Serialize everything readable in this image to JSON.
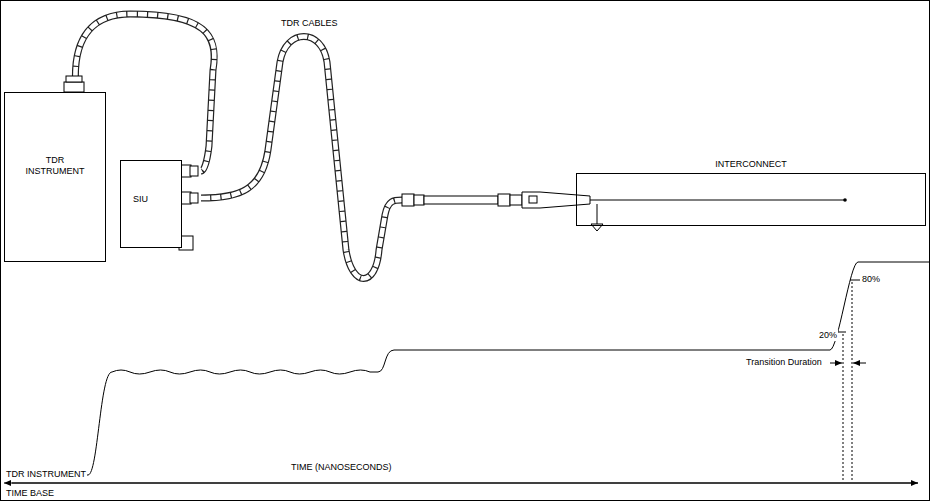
{
  "diagram": {
    "nodes": [
      {
        "text": [
          "TDR INSTRUMENT"
        ]
      },
      {
        "text": [
          "SIU"
        ]
      },
      {
        "text": [
          "INTERCONNECT"
        ]
      }
    ],
    "edges": [
      {
        "from": 0,
        "to": 1,
        "arrow": "none"
      },
      {
        "from": 1,
        "to": 2,
        "label": "TDR CABLES",
        "arrow": "none"
      }
    ],
    "labels": [
      "80%",
      "20%",
      "Transition Duration",
      "TDR INSTRUMENT",
      "TIME BASE",
      "TIME (NANOSECONDS)"
    ]
  }
}
